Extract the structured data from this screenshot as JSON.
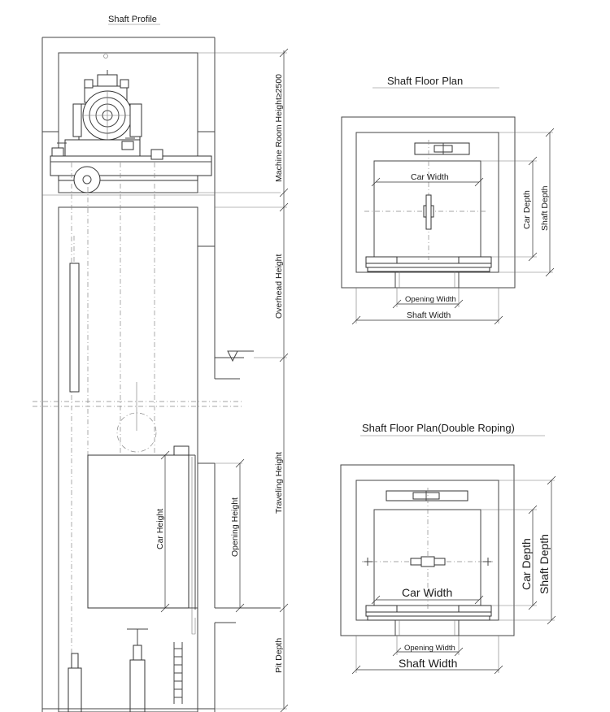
{
  "profile": {
    "title": "Shaft Profile",
    "machine_room_height": "Machine Room Height≥2500",
    "overhead_height": "Overhead Height",
    "traveling_height": "Traveling Height",
    "pit_depth": "Pit Depth",
    "car_height": "Car Height",
    "opening_height": "Opening Height"
  },
  "plan1": {
    "title": "Shaft  Floor Plan",
    "car_width": "Car Width",
    "car_depth": "Car Depth",
    "shaft_depth": "Shaft Depth",
    "opening_width": "Opening Width",
    "shaft_width": "Shaft Width"
  },
  "plan2": {
    "title": "Shaft Floor Plan(Double Roping)",
    "car_width": "Car Width",
    "car_depth": "Car Depth",
    "shaft_depth": "Shaft Depth",
    "opening_width": "Opening Width",
    "shaft_width": "Shaft Width"
  }
}
